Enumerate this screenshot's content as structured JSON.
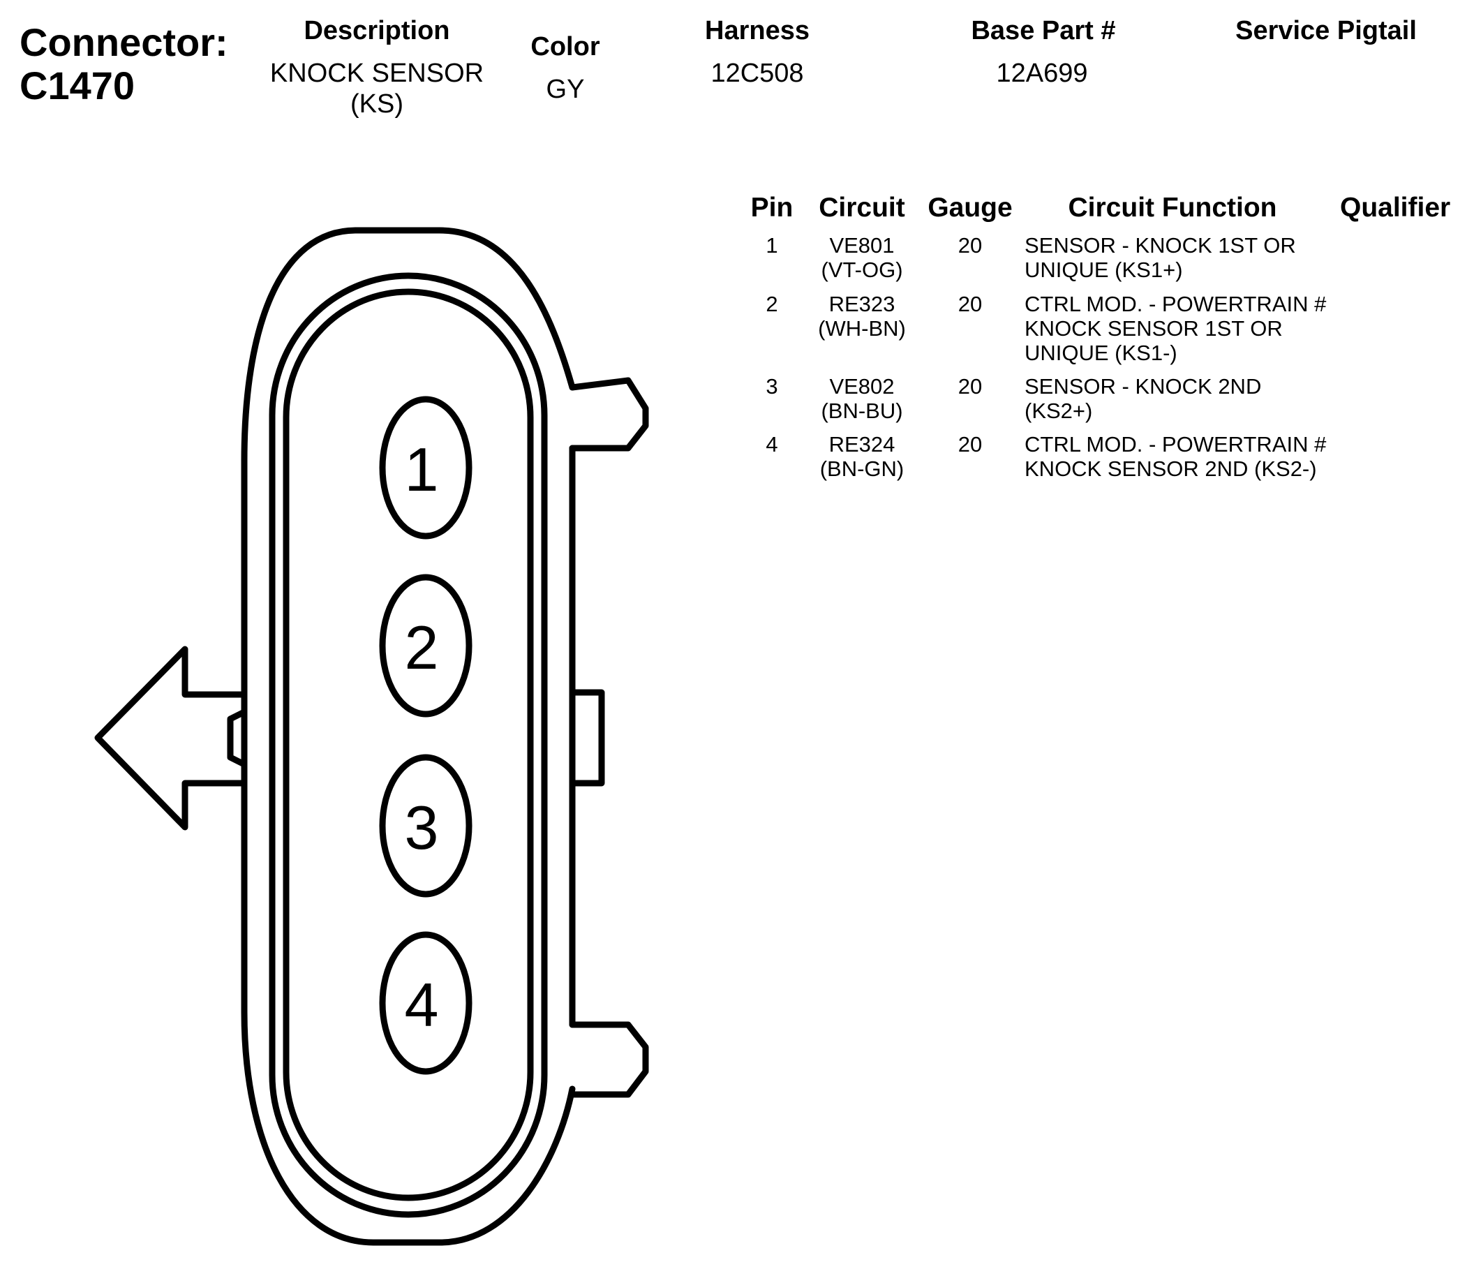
{
  "connector": {
    "label": "Connector:",
    "id": "C1470"
  },
  "header": {
    "description_header": "Description",
    "description_line1": "KNOCK SENSOR",
    "description_line2": "(KS)",
    "color_header": "Color",
    "color_value": "GY",
    "harness_header": "Harness",
    "harness_value": "12C508",
    "base_part_header": "Base Part #",
    "base_part_value": "12A699",
    "service_pigtail_header": "Service Pigtail",
    "service_pigtail_value": ""
  },
  "table": {
    "headers": {
      "pin": "Pin",
      "circuit": "Circuit",
      "gauge": "Gauge",
      "function": "Circuit Function",
      "qualifier": "Qualifier"
    },
    "rows": [
      {
        "pin": "1",
        "circuit": "VE801",
        "wire_color": "(VT-OG)",
        "gauge": "20",
        "function": [
          "SENSOR - KNOCK 1ST OR",
          "UNIQUE (KS1+)"
        ]
      },
      {
        "pin": "2",
        "circuit": "RE323",
        "wire_color": "(WH-BN)",
        "gauge": "20",
        "function": [
          "CTRL MOD. - POWERTRAIN #",
          "KNOCK SENSOR 1ST OR",
          "UNIQUE (KS1-)"
        ]
      },
      {
        "pin": "3",
        "circuit": "VE802",
        "wire_color": "(BN-BU)",
        "gauge": "20",
        "function": [
          "SENSOR - KNOCK 2ND",
          "(KS2+)"
        ]
      },
      {
        "pin": "4",
        "circuit": "RE324",
        "wire_color": "(BN-GN)",
        "gauge": "20",
        "function": [
          "CTRL MOD. - POWERTRAIN #",
          "KNOCK SENSOR 2ND (KS2-)"
        ]
      }
    ]
  },
  "diagram": {
    "pin_labels": [
      "1",
      "2",
      "3",
      "4"
    ]
  }
}
